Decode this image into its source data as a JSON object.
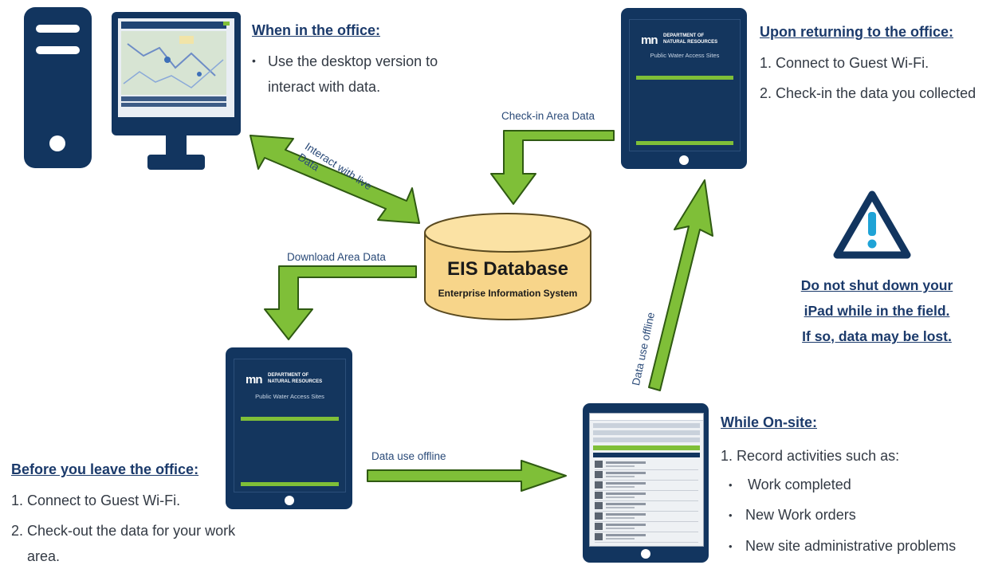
{
  "desktop_section": {
    "heading": "When in the office:",
    "bullet": "•",
    "line1": "Use the desktop version to",
    "line2": "interact with data."
  },
  "return_section": {
    "heading": "Upon returning to the office:",
    "item1": "1. Connect to Guest Wi-Fi.",
    "item2": "2. Check-in the data you collected"
  },
  "before_section": {
    "heading": "Before you leave the office:",
    "item1": "1. Connect to Guest Wi-Fi.",
    "item2a": "2. Check-out the data for your work",
    "item2b": "area."
  },
  "onsite_section": {
    "heading": "While On-site:",
    "item1": "1. Record activities such as:",
    "bullet": "•",
    "sub1": "Work completed",
    "sub2": "New Work orders",
    "sub3": "New site administrative problems"
  },
  "warning": {
    "line1": "Do not shut down your",
    "line2": "iPad while in the field.",
    "line3": "If so, data may be lost."
  },
  "database": {
    "title": "EIS Database",
    "subtitle": "Enterprise Information System"
  },
  "arrow_labels": {
    "interact": "Interact with live Data",
    "checkin": "Check-in Area Data",
    "download": "Download Area Data",
    "offline_right": "Data use offline",
    "offline_up": "Data use offline"
  },
  "tablet_screen": {
    "logo_mark": "mn",
    "logo_line1": "DEPARTMENT OF",
    "logo_line2": "NATURAL RESOURCES",
    "app_title": "Public Water Access Sites"
  },
  "colors": {
    "navy": "#12355f",
    "arrow_green": "#7fbf38",
    "arrow_outline": "#2f5a12",
    "db_fill": "#f7d58a",
    "heading_blue": "#1b3a6b"
  }
}
